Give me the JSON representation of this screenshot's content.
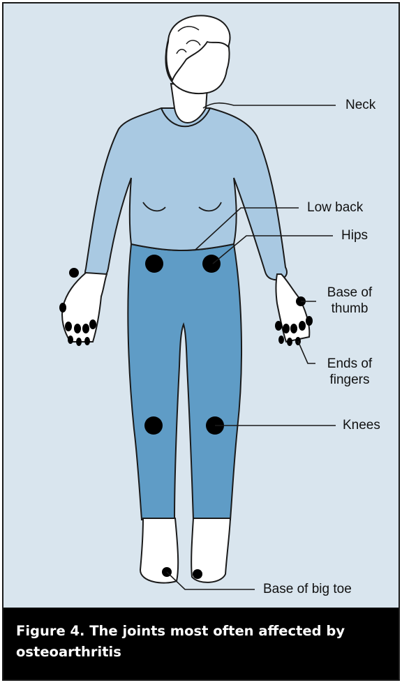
{
  "figure": {
    "caption": "Figure 4. The joints most often affected by osteoarthritis",
    "labels": {
      "neck": "Neck",
      "low_back": "Low back",
      "hips": "Hips",
      "base_of_thumb_1": "Base of",
      "base_of_thumb_2": "thumb",
      "ends_of_fingers_1": "Ends of",
      "ends_of_fingers_2": "fingers",
      "knees": "Knees",
      "base_of_big_toe": "Base of big toe"
    },
    "colors": {
      "background": "#d9e5ee",
      "shirt": "#a9c9e2",
      "pants": "#5f9cc6",
      "skin": "#ffffff",
      "joint_marker": "#000000",
      "caption_bg": "#000000",
      "caption_text": "#ffffff"
    }
  }
}
